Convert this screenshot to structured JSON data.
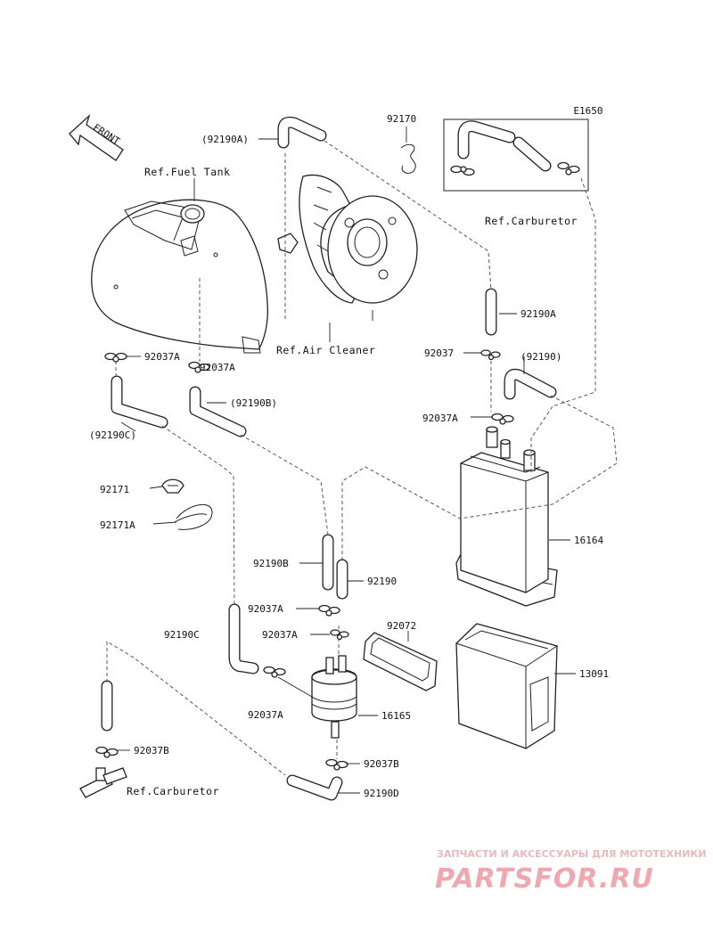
{
  "diagram": {
    "ref_fuel_tank": "Ref.Fuel Tank",
    "ref_air_cleaner": "Ref.Air Cleaner",
    "ref_carburetor_top": "Ref.Carburetor",
    "ref_carburetor_bottom": "Ref.Carburetor",
    "front_label": "FRONT",
    "model_code": "E1650",
    "labels": {
      "p92190A_top": "(92190A)",
      "p92170": "92170",
      "p92190A_right": "92190A",
      "p92037A_tank_left": "92037A",
      "p92037A_tank_right": "92037A",
      "p92037": "92037",
      "p92190_paren": "(92190)",
      "p92190B_paren": "(92190B)",
      "p92037A_canister": "92037A",
      "p92190C_paren": "(92190C)",
      "p92171": "92171",
      "p92171A": "92171A",
      "p16164": "16164",
      "p92190B": "92190B",
      "p92190": "92190",
      "p92037A_mid": "92037A",
      "p92190C": "92190C",
      "p92037A_filter_top": "92037A",
      "p92072": "92072",
      "p13091": "13091",
      "p92037A_filter_left": "92037A",
      "p16165": "16165",
      "p92037B_left": "92037B",
      "p92037B_right": "92037B",
      "p92190D": "92190D"
    }
  },
  "watermark": {
    "tagline": "ЗАПЧАСТИ И АКСЕССУАРЫ ДЛЯ МОТОТЕХНИКИ",
    "brand": "PARTSFOR.RU"
  }
}
